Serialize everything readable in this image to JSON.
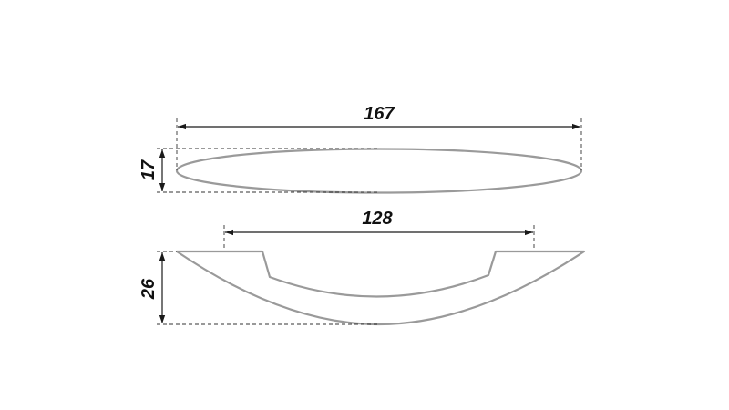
{
  "drawing": {
    "dimensions": {
      "top_length": "167",
      "top_height": "17",
      "hole_spacing": "128",
      "side_height": "26"
    },
    "colors": {
      "outline": "#9a9a9a",
      "dimension": "#1a1a1a",
      "background": "#ffffff"
    }
  }
}
